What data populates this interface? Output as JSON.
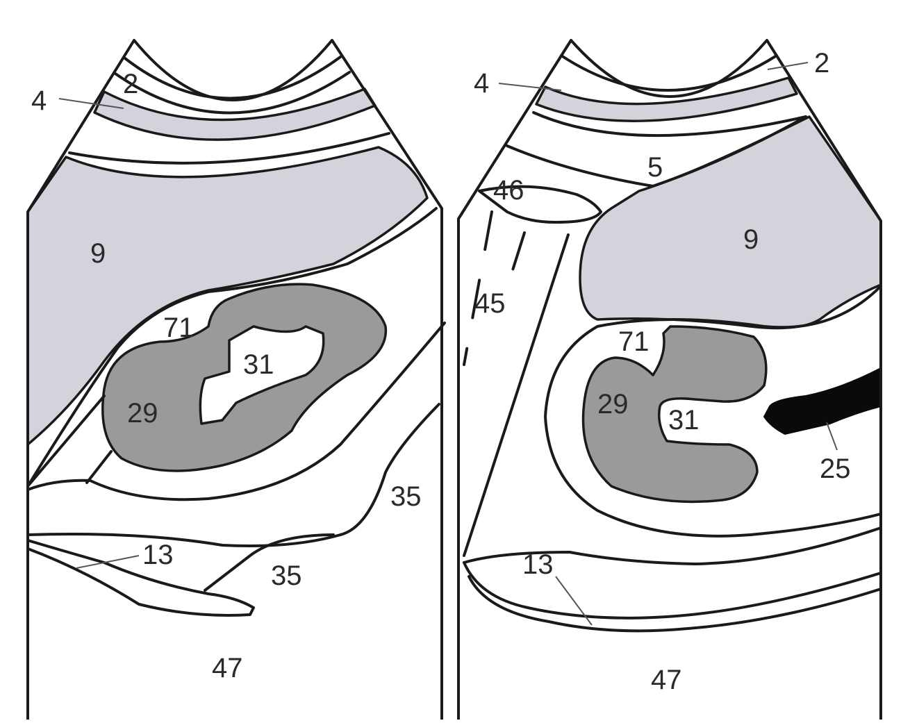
{
  "colors": {
    "light_region": "#d5d2dc",
    "medium_region": "#9a9a9a",
    "dark_region": "#6f6f6f",
    "black_region": "#0a0a0a",
    "white_region": "#ffffff",
    "outline": "#1a1a1a"
  },
  "left_panel": {
    "labels": {
      "l2": "2",
      "l4": "4",
      "l9": "9",
      "l71": "71",
      "l31": "31",
      "l29": "29",
      "l35a": "35",
      "l35b": "35",
      "l13": "13",
      "l47": "47"
    }
  },
  "right_panel": {
    "labels": {
      "l2": "2",
      "l4": "4",
      "l5": "5",
      "l46": "46",
      "l9": "9",
      "l45": "45",
      "l71": "71",
      "l29": "29",
      "l31": "31",
      "l25": "25",
      "l13": "13",
      "l47": "47"
    }
  }
}
